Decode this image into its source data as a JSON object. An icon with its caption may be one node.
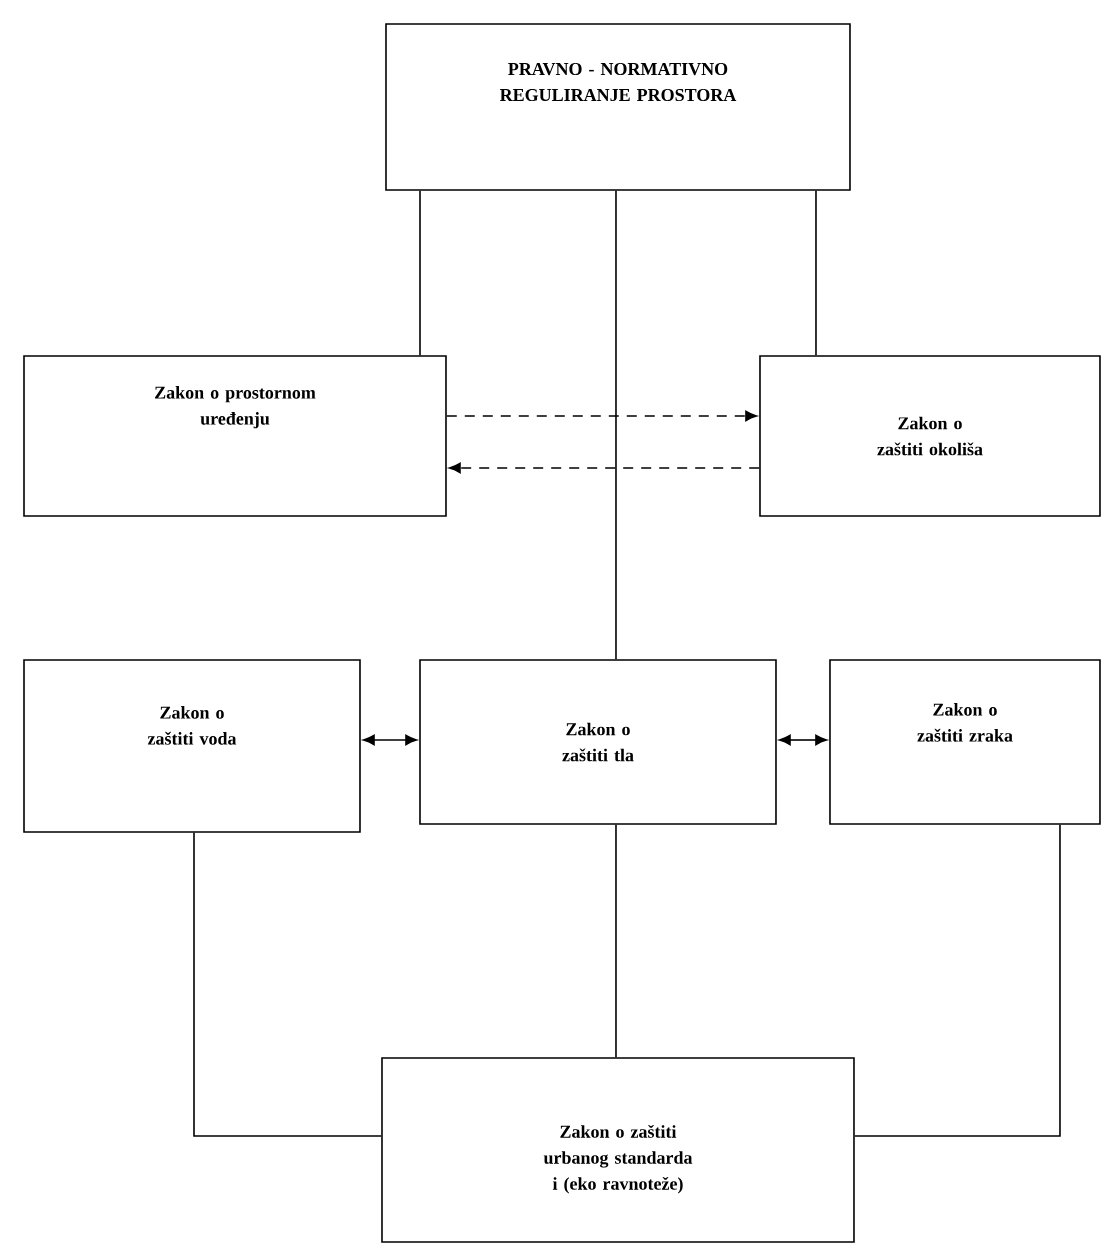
{
  "diagram": {
    "nodes": [
      {
        "text": [
          "PRAVNO - NORMATIVNO REGULIRANJE PROSTORA"
        ]
      },
      {
        "text": [
          "Zakon o prostornom uređenju"
        ]
      },
      {
        "text": [
          "Zakon o zaštiti okoliša"
        ]
      },
      {
        "text": [
          "Zakon o zaštiti voda"
        ]
      },
      {
        "text": [
          "Zakon o zaštiti tla"
        ]
      },
      {
        "text": [
          "Zakon o zaštiti zraka"
        ]
      },
      {
        "text": [
          "Zakon o zaštiti urbanog standarda i (eko ravnoteže)"
        ]
      }
    ],
    "edges": [
      {
        "from": 0,
        "to": 1,
        "arrow": "none"
      },
      {
        "from": 0,
        "to": 2,
        "arrow": "none"
      },
      {
        "from": 0,
        "to": 4,
        "arrow": "none"
      },
      {
        "from": 1,
        "to": 2,
        "arrow": "to",
        "style": "dashed"
      },
      {
        "from": 2,
        "to": 1,
        "arrow": "to",
        "style": "dashed"
      },
      {
        "from": 3,
        "to": 4,
        "arrow": "both"
      },
      {
        "from": 4,
        "to": 5,
        "arrow": "both"
      },
      {
        "from": 3,
        "to": 6,
        "arrow": "none"
      },
      {
        "from": 4,
        "to": 6,
        "arrow": "none"
      },
      {
        "from": 5,
        "to": 6,
        "arrow": "none"
      }
    ]
  }
}
